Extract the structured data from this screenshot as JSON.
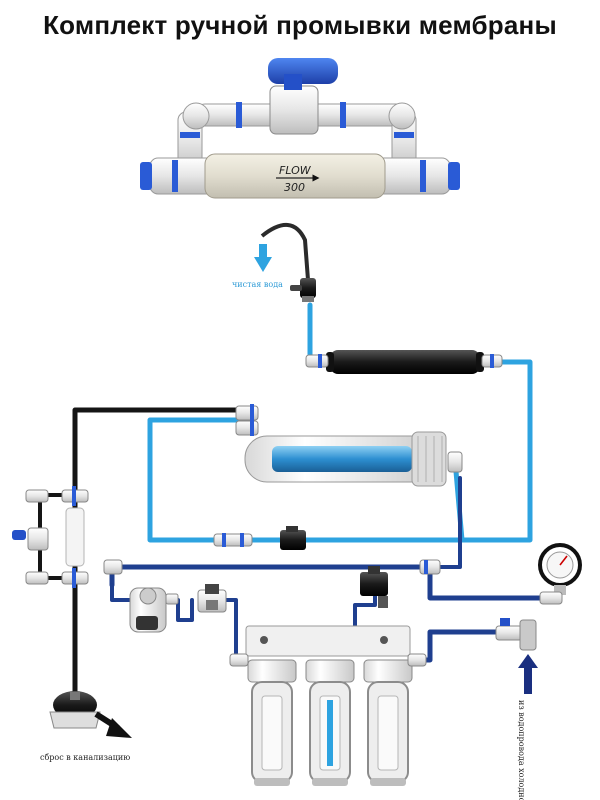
{
  "title": "Комплект ручной промывки мембраны",
  "valve": {
    "flow_text": "FLOW",
    "flow_number": "300"
  },
  "labels": {
    "clean_water": "чистая вода",
    "drain": "сброс в канализацию",
    "cold_water_line": "из водопровода холодной воды"
  },
  "colors": {
    "pipe_light_blue": "#2ea3e0",
    "pipe_dark_blue": "#1f3f8f",
    "pipe_black": "#151515",
    "fitting_white": "#f2f2f2",
    "valve_handle_blue": "#2450c8"
  }
}
